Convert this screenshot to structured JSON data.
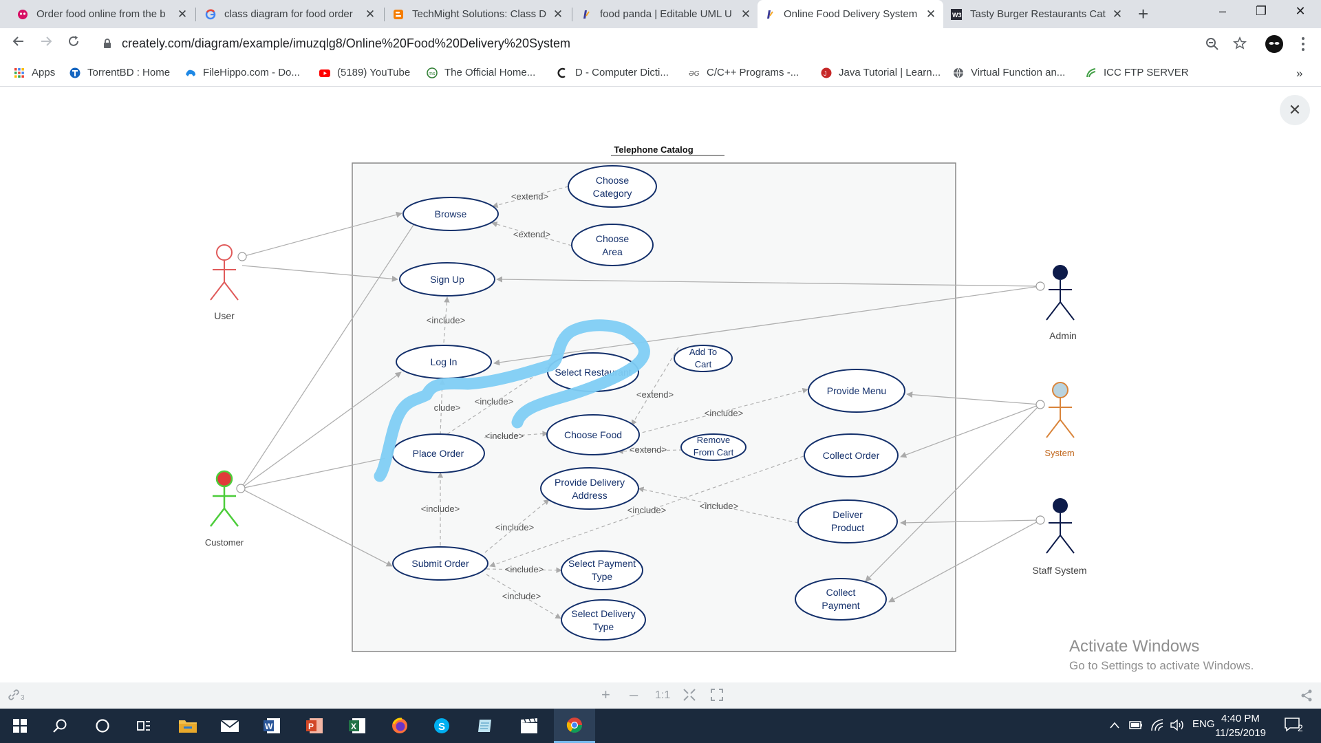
{
  "browser": {
    "tabs": [
      {
        "title": "Order food online from the b",
        "icon": "foodpanda-icon",
        "active": false
      },
      {
        "title": "class diagram for food order",
        "icon": "google-icon",
        "active": false
      },
      {
        "title": "TechMight Solutions: Class D",
        "icon": "blogger-icon",
        "active": false
      },
      {
        "title": "food panda | Editable UML U",
        "icon": "creately-icon",
        "active": false
      },
      {
        "title": "Online Food Delivery System",
        "icon": "creately-icon",
        "active": true
      },
      {
        "title": "Tasty Burger Restaurants Cat",
        "icon": "w3schools-icon",
        "active": false
      }
    ],
    "new_tab_label": "+",
    "window_controls": {
      "minimize": "–",
      "maximize": "❐",
      "close": "✕"
    },
    "url": "creately.com/diagram/example/imuzqlg8/Online%20Food%20Delivery%20System",
    "bookmarks": [
      {
        "label": "Apps",
        "icon": "apps-grid-icon"
      },
      {
        "label": "TorrentBD : Home",
        "icon": "torrentbd-icon"
      },
      {
        "label": "FileHippo.com - Do...",
        "icon": "filehippo-icon"
      },
      {
        "label": "(5189) YouTube",
        "icon": "youtube-icon"
      },
      {
        "label": "The Official Home...",
        "icon": "official-home-icon"
      },
      {
        "label": "D - Computer Dicti...",
        "icon": "computer-dictionary-icon"
      },
      {
        "label": "C/C++ Programs -...",
        "icon": "cpp-programs-icon"
      },
      {
        "label": "Java Tutorial | Learn...",
        "icon": "java-tutorial-icon"
      },
      {
        "label": "Virtual Function an...",
        "icon": "globe-icon"
      },
      {
        "label": "ICC FTP SERVER",
        "icon": "icc-ftp-icon"
      }
    ],
    "bookmarks_overflow": "»"
  },
  "diagram": {
    "title": "Telephone Catalog",
    "actors": {
      "user": "User",
      "customer": "Customer",
      "admin": "Admin",
      "system": "System",
      "staff": "Staff System"
    },
    "use_cases": {
      "browse": [
        "Browse"
      ],
      "choose_category": [
        "Choose",
        "Category"
      ],
      "choose_area": [
        "Choose",
        "Area"
      ],
      "sign_up": [
        "Sign Up"
      ],
      "log_in": [
        "Log In"
      ],
      "select_restaurant": [
        "Select Restaurant"
      ],
      "add_to_cart": [
        "Add To",
        "Cart"
      ],
      "provide_menu": [
        "Provide Menu"
      ],
      "choose_food": [
        "Choose Food"
      ],
      "remove_from_cart": [
        "Remove",
        "From Cart"
      ],
      "place_order": [
        "Place Order"
      ],
      "collect_order": [
        "Collect Order"
      ],
      "provide_delivery_address": [
        "Provide Delivery",
        "Address"
      ],
      "deliver_product": [
        "Deliver",
        "Product"
      ],
      "submit_order": [
        "Submit Order"
      ],
      "select_payment_type": [
        "Select Payment",
        "Type"
      ],
      "select_delivery_type": [
        "Select Delivery",
        "Type"
      ],
      "collect_payment": [
        "Collect",
        "Payment"
      ]
    },
    "relation_labels": {
      "extend_category": "<extend>",
      "extend_area": "<extend>",
      "include_signup": "<include>",
      "include_restaurant": "<include>",
      "include_login_partial": "clude>",
      "extend_add_cart": "<extend>",
      "include_menu": "<include>",
      "include_choose_food": "<include>",
      "extend_remove_cart": "<extend>",
      "include_submit": "<include>",
      "include_address": "<include>",
      "include_collect": "<include>",
      "include_deliver": "<include>",
      "include_payment": "<include>",
      "include_delivery_type": "<include>"
    },
    "colors": {
      "usecase_stroke": "#14306b",
      "usecase_text": "#14306b",
      "connector": "#b0b0b0",
      "user_actor": "#e05a5a",
      "customer_head": "#e03a3a",
      "customer_body": "#4ccd3a",
      "admin_actor": "#0d1b4a",
      "system_actor": "#d9843a",
      "system_label": "#c0651a",
      "highlight_scribble": "#7fcdf4",
      "boundary_fill": "#f7f8f8"
    }
  },
  "overlay": {
    "close_label": "✕",
    "activate_title": "Activate Windows",
    "activate_subtitle": "Go to Settings to activate Windows."
  },
  "bottom_bar": {
    "zoom_in": "+",
    "zoom_out": "–",
    "zoom_reset": "1:1",
    "link_count": "3"
  },
  "taskbar": {
    "apps": [
      "search-icon",
      "cortana-icon",
      "task-view-icon",
      "file-explorer-icon",
      "mail-icon",
      "word-icon",
      "powerpoint-icon",
      "excel-icon",
      "firefox-icon",
      "skype-icon",
      "notes-icon",
      "movie-maker-icon",
      "chrome-icon"
    ],
    "language": "ENG",
    "time": "4:40 PM",
    "date": "11/25/2019",
    "notification_count": "2"
  }
}
